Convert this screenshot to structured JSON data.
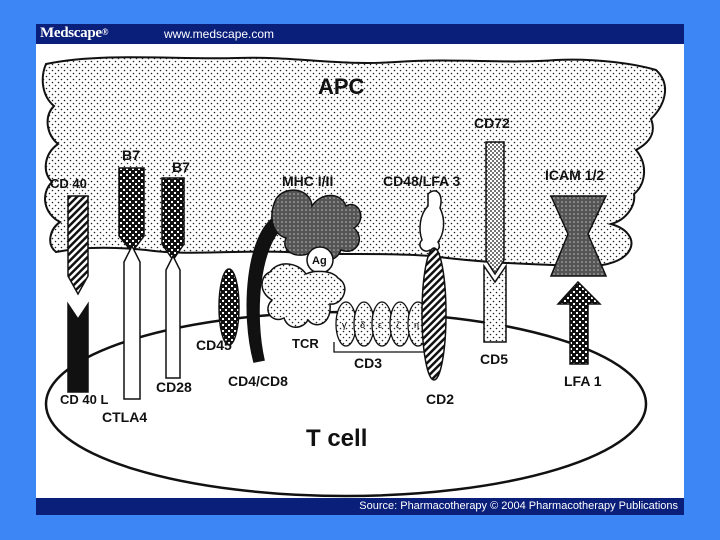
{
  "header": {
    "brand": "Medscape",
    "brand_mark": "®",
    "url": "www.medscape.com"
  },
  "footer": {
    "source": "Source: Pharmacotherapy © 2004 Pharmacotherapy Publications"
  },
  "diagram": {
    "apc": "APC",
    "tcell": "T cell",
    "labels": {
      "cd40": "CD 40",
      "b7a": "B7",
      "b7b": "B7",
      "mhc": "MHC I/II",
      "cd48": "CD48/LFA 3",
      "cd72": "CD72",
      "icam": "ICAM 1/2",
      "ag": "Ag",
      "cd40l": "CD 40 L",
      "ctla4": "CTLA4",
      "cd28": "CD28",
      "cd45": "CD45",
      "cd4cd8": "CD4/CD8",
      "tcr": "TCR",
      "cd3": "CD3",
      "cd2": "CD2",
      "cd5": "CD5",
      "lfa1": "LFA 1",
      "greek": [
        "γ",
        "δ",
        "ε",
        "ζ",
        "η"
      ]
    }
  },
  "colors": {
    "background": "#3d86f5",
    "bar": "#0a1f7a"
  }
}
